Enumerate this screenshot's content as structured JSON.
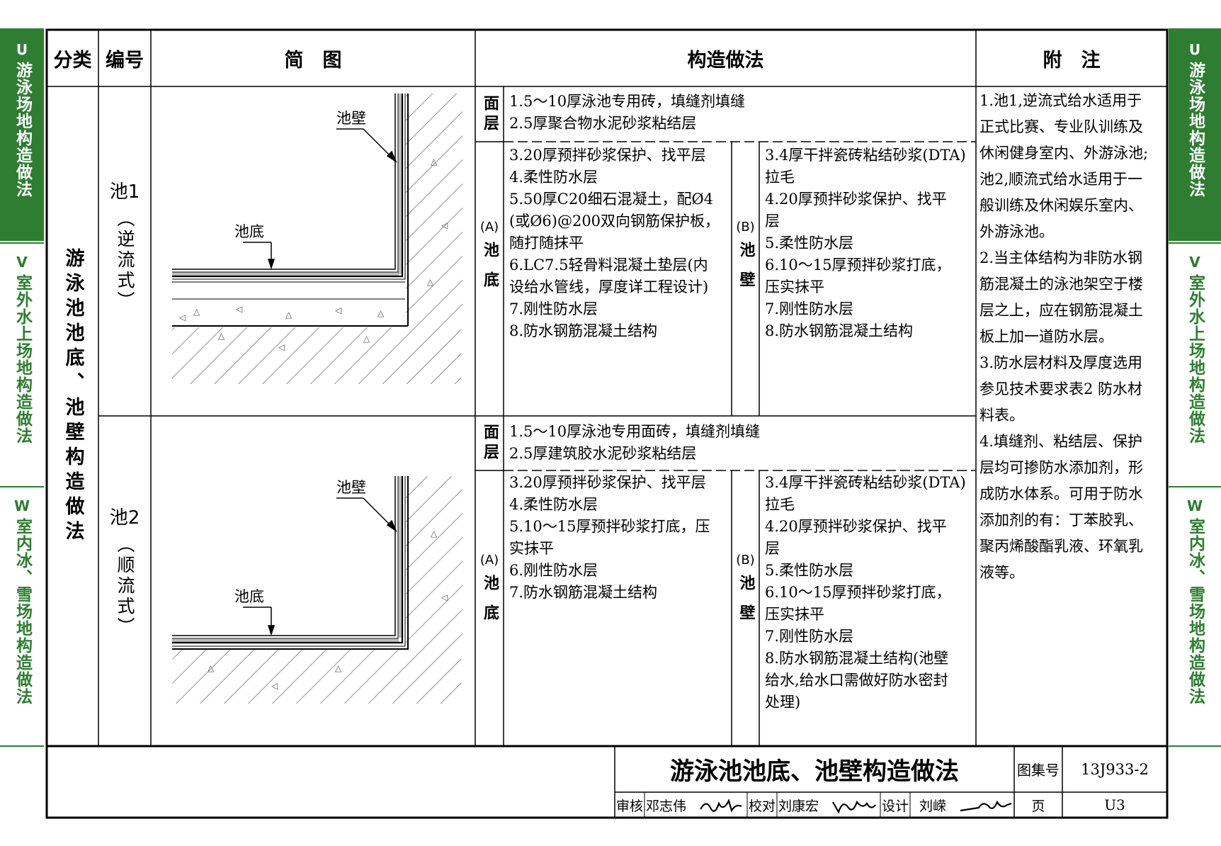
{
  "side_tabs": {
    "left": [
      {
        "letter": "U",
        "text": "游泳场地构造做法",
        "active": true
      },
      {
        "letter": "V",
        "text": "室外水上场地构造做法",
        "active": false
      },
      {
        "letter": "W",
        "text": "室内冰、雪场地构造做法",
        "active": false
      }
    ],
    "right": [
      {
        "letter": "U",
        "text": "游泳场地构造做法",
        "active": true
      },
      {
        "letter": "V",
        "text": "室外水上场地构造做法",
        "active": false
      },
      {
        "letter": "W",
        "text": "室内冰、雪场地构造做法",
        "active": false
      }
    ]
  },
  "header": {
    "category": "分类",
    "number": "编号",
    "sketch": "简　图",
    "method": "构造做法",
    "notes": "附　注"
  },
  "category_text": "游泳池池底、池壁构造做法",
  "rows": [
    {
      "id": "池1",
      "type": "（逆流式）",
      "sketch": {
        "wall_label": "池壁",
        "floor_label": "池底"
      },
      "surface_label": "面层",
      "surface_lines": "1.5～10厚泳池专用砖，填缝剂填缝\n2.5厚聚合物水泥砂浆粘结层",
      "a_tag": "(A)",
      "a_label": "池底",
      "a_lines": "3.20厚预拌砂浆保护、找平层\n4.柔性防水层\n5.50厚C20细石混凝土，配Ø4\n(或Ø6)@200双向钢筋保护板，\n随打随抹平\n6.LC7.5轻骨料混凝土垫层(内\n设给水管线，厚度详工程设计)\n7.刚性防水层\n8.防水钢筋混凝土结构",
      "b_tag": "(B)",
      "b_label": "池壁",
      "b_lines": "3.4厚干拌瓷砖粘结砂浆(DTA)\n拉毛\n4.20厚预拌砂浆保护、找平\n层\n5.柔性防水层\n6.10～15厚预拌砂浆打底，\n压实抹平\n7.刚性防水层\n8.防水钢筋混凝土结构"
    },
    {
      "id": "池2",
      "type": "（顺流式）",
      "sketch": {
        "wall_label": "池壁",
        "floor_label": "池底"
      },
      "surface_label": "面层",
      "surface_lines": "1.5～10厚泳池专用面砖，填缝剂填缝\n2.5厚建筑胶水泥砂浆粘结层",
      "a_tag": "(A)",
      "a_label": "池底",
      "a_lines": "3.20厚预拌砂浆保护、找平层\n4.柔性防水层\n5.10～15厚预拌砂浆打底，压\n实抹平\n6.刚性防水层\n7.防水钢筋混凝土结构",
      "b_tag": "(B)",
      "b_label": "池壁",
      "b_lines": "3.4厚干拌瓷砖粘结砂浆(DTA)\n拉毛\n4.20厚预拌砂浆保护、找平\n层\n5.柔性防水层\n6.10～15厚预拌砂浆打底，\n压实抹平\n7.刚性防水层\n8.防水钢筋混凝土结构(池壁\n给水,给水口需做好防水密封\n处理)"
    }
  ],
  "notes_text": "1.池1,逆流式给水适用于\n正式比赛、专业队训练及\n休闲健身室内、外游泳池;\n池2,顺流式给水适用于一\n般训练及休闲娱乐室内、\n外游泳池。\n2.当主体结构为非防水钢\n筋混凝土的泳池架空于楼\n层之上，应在钢筋混凝土\n板上加一道防水层。\n3.防水层材料及厚度选用\n参见技术要求表2 防水材\n料表。\n4.填缝剂、粘结层、保护\n层均可掺防水添加剂，形\n成防水体系。可用于防水\n添加剂的有：丁苯胶乳、\n聚丙烯酸酯乳液、环氧乳\n液等。",
  "title_block": {
    "title": "游泳池池底、池壁构造做法",
    "atlas_label": "图集号",
    "atlas_no": "13J933-2",
    "review_label": "审核",
    "reviewer": "邓志伟",
    "check_label": "校对",
    "checker": "刘康宏",
    "design_label": "设计",
    "designer": "刘嵘",
    "page_label": "页",
    "page_no": "U3"
  },
  "colors": {
    "tab_green": "#2e7d32",
    "line": "#000000",
    "hatch": "#555555"
  }
}
